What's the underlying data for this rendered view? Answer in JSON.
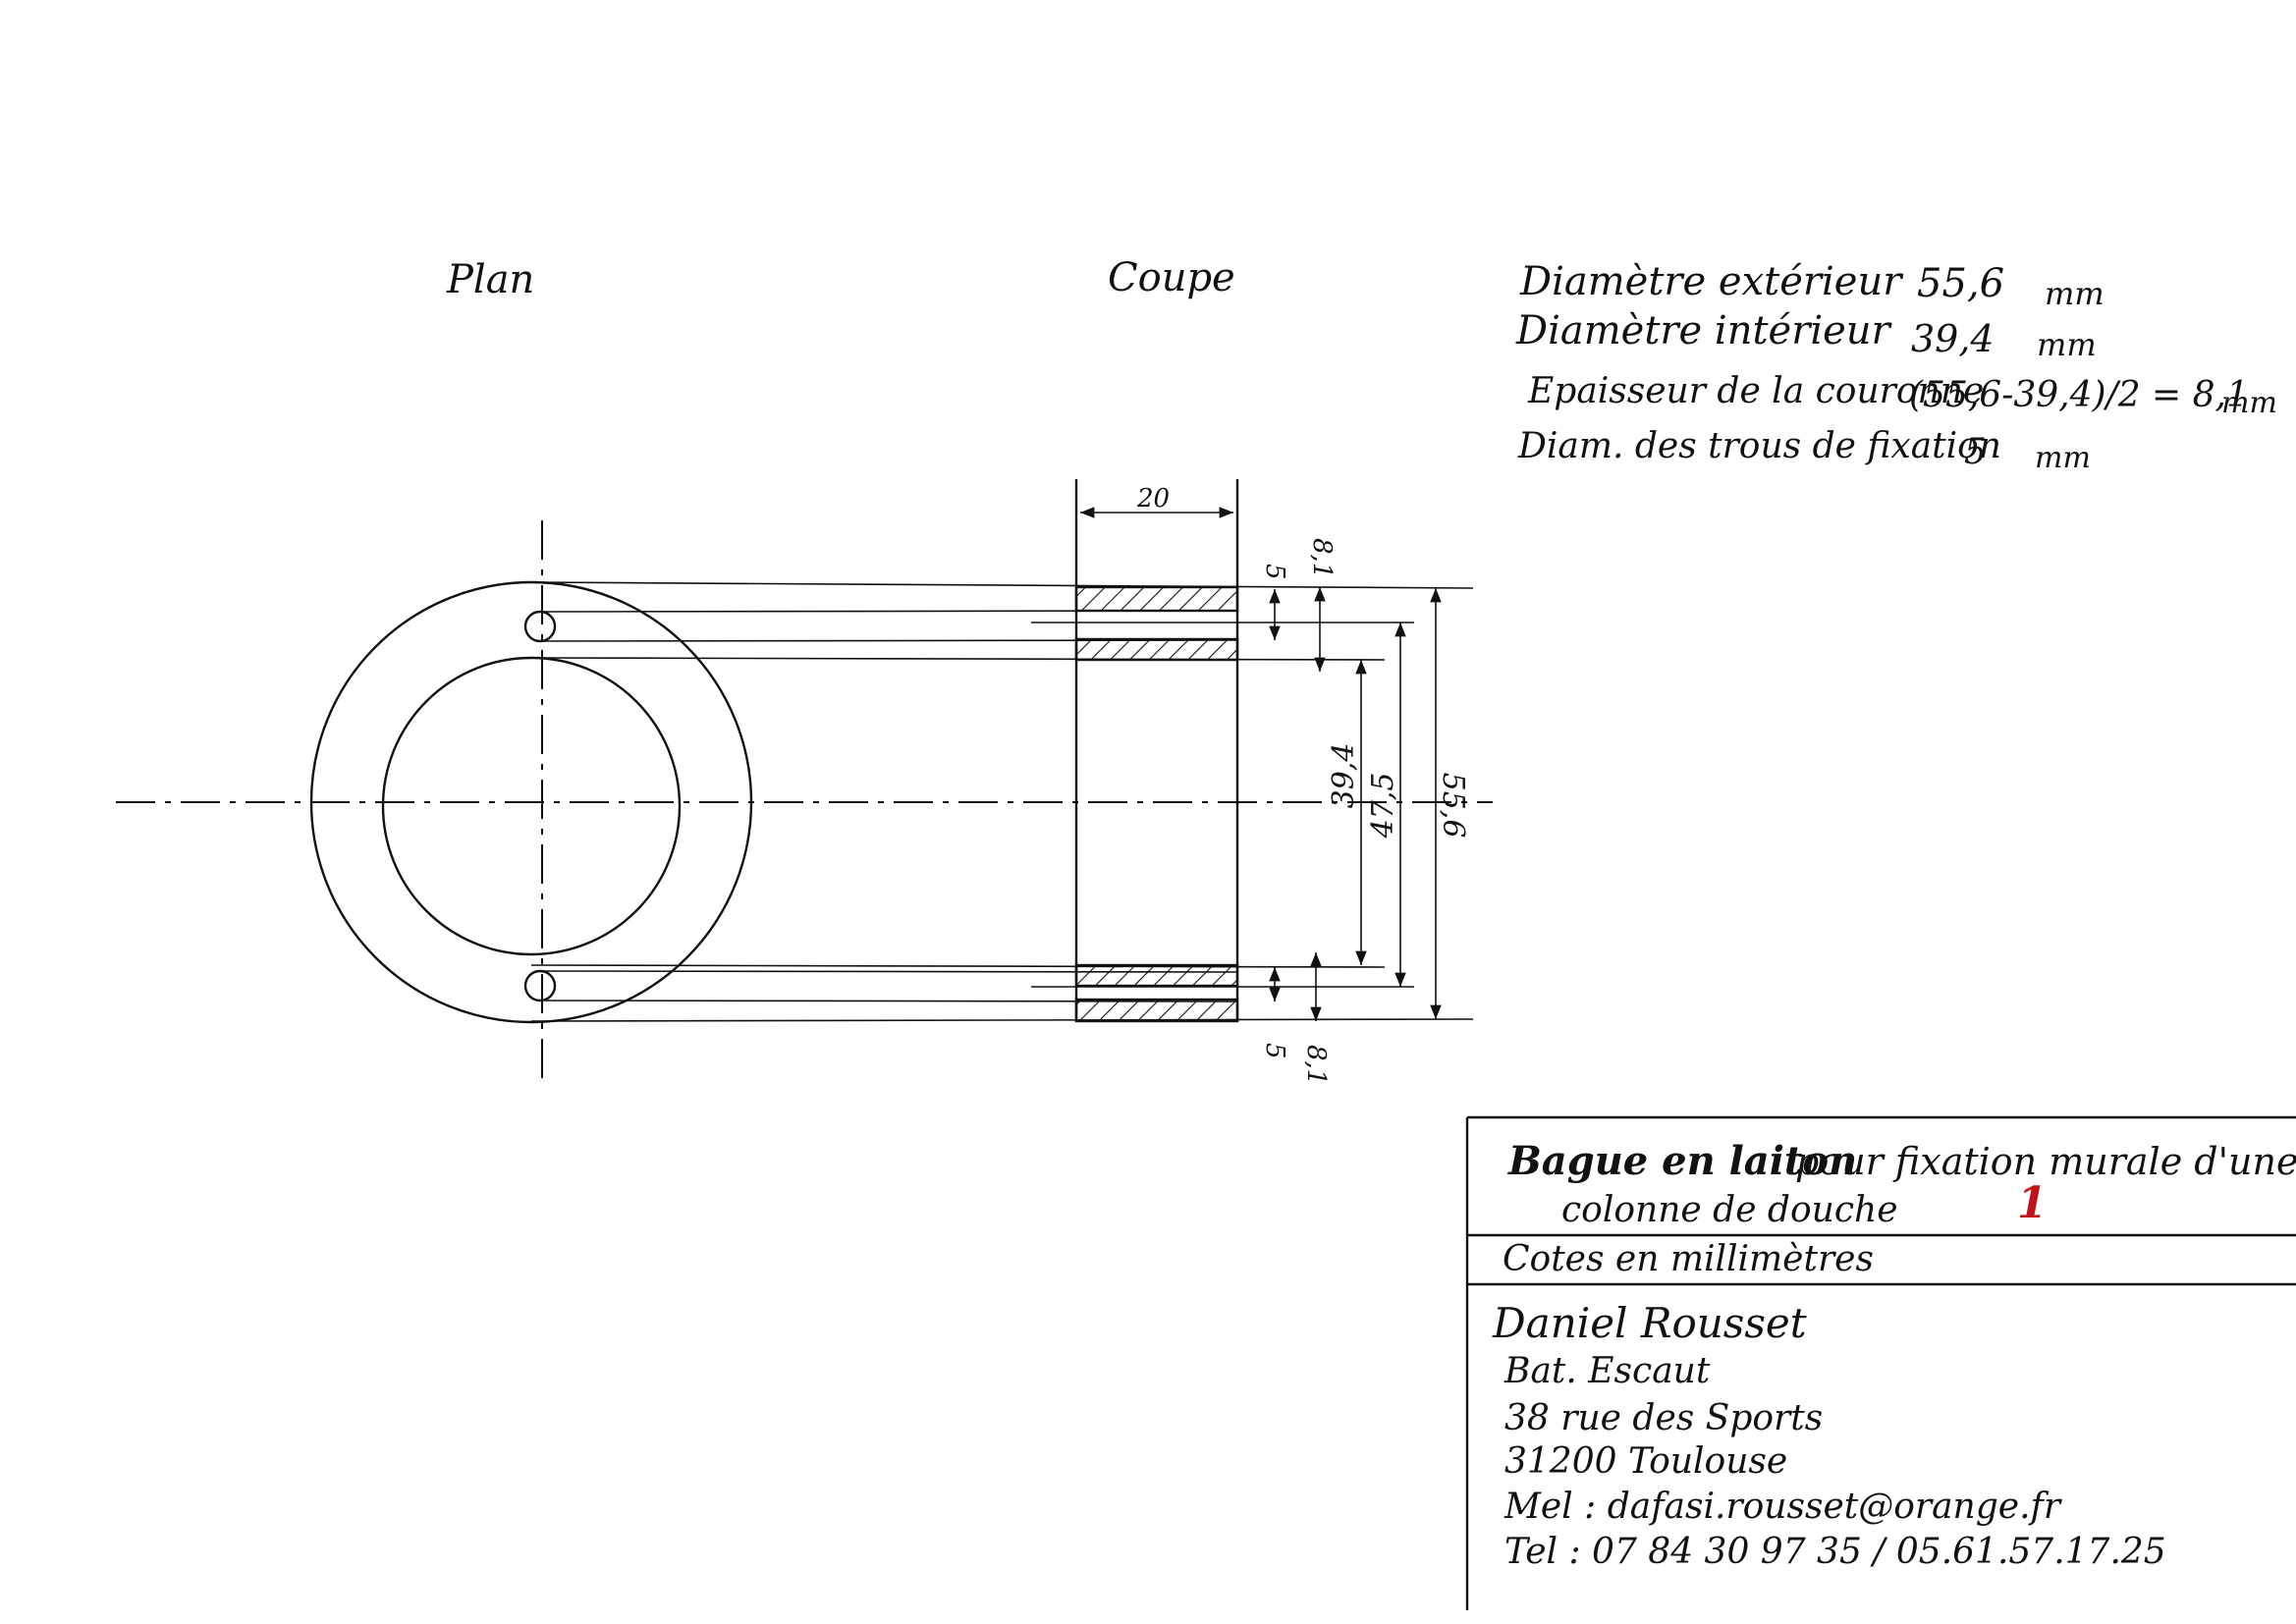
{
  "labels": {
    "plan": "Plan",
    "coupe": "Coupe"
  },
  "specs": [
    {
      "label": "Diamètre extérieur",
      "value": "55,6",
      "unit": "mm"
    },
    {
      "label": "Diamètre intérieur",
      "value": "39,4",
      "unit": "mm"
    },
    {
      "label": "Epaisseur de la couronne",
      "value": "(55,6-39,4)/2 = 8,1",
      "unit": "mm"
    },
    {
      "label": "Diam. des trous de fixation",
      "value": "5",
      "unit": "mm"
    }
  ],
  "dimensions": {
    "width": "20",
    "hole_top": "5",
    "ring_top": "8,1",
    "inner": "39,4",
    "holes_axis": "47,5",
    "outer": "55,6",
    "hole_bottom": "5",
    "ring_bottom": "8,1"
  },
  "title_block": {
    "title_bold": "Bague en laiton",
    "title_rest": "pour fixation murale d'une",
    "title_line2": "colonne de douche",
    "sheet_number": "1",
    "units_note": "Cotes en millimètres",
    "author": {
      "name": "Daniel Rousset",
      "building": "Bat. Escaut",
      "street": "38 rue des Sports",
      "city": "31200 Toulouse",
      "email": "Mel : dafasi.rousset@orange.fr",
      "phone": "Tel : 07 84 30 97 35 / 05.61.57.17.25"
    }
  }
}
